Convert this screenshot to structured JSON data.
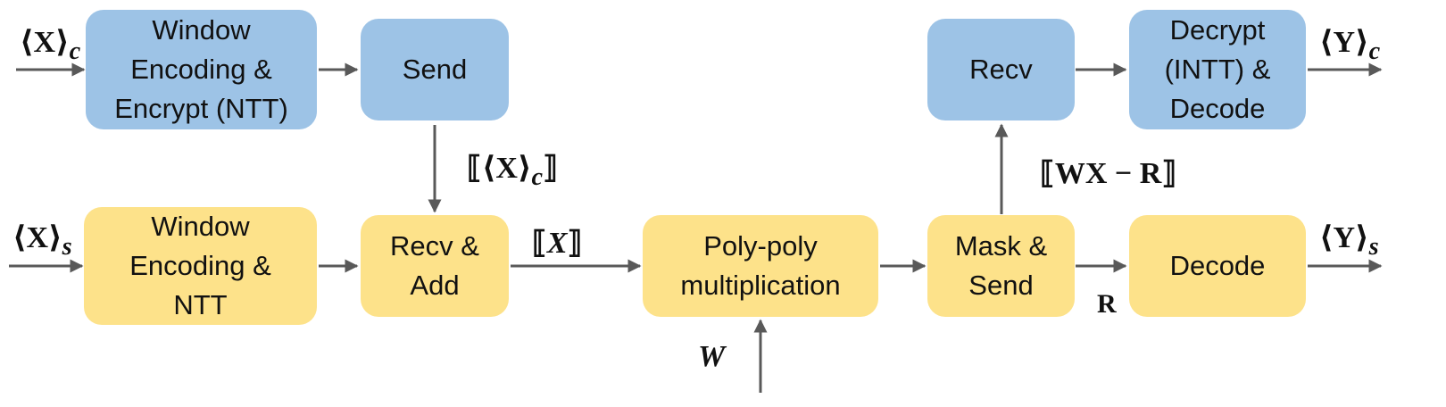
{
  "boxes": {
    "client_encode": "Window\nEncoding &\nEncrypt (NTT)",
    "client_send": "Send",
    "client_recv": "Recv",
    "client_decrypt": "Decrypt\n(INTT) &\nDecode",
    "server_encode": "Window\nEncoding &\nNTT",
    "server_recv_add": "Recv &\nAdd",
    "server_polymul": "Poly-poly\nmultiplication",
    "server_mask_send": "Mask &\nSend",
    "server_decode": "Decode"
  },
  "labels": {
    "x_client": {
      "open": "⟨",
      "var": "X",
      "close": "⟩",
      "sub": "c"
    },
    "x_server": {
      "open": "⟨",
      "var": "X",
      "close": "⟩",
      "sub": "s"
    },
    "y_client": {
      "open": "⟨",
      "var": "Y",
      "close": "⟩",
      "sub": "c"
    },
    "y_server": {
      "open": "⟨",
      "var": "Y",
      "close": "⟩",
      "sub": "s"
    },
    "enc_x_client": {
      "open": "⟦⟨",
      "var": "X",
      "close": "⟩",
      "sub": "c",
      "end": "⟧"
    },
    "enc_x": {
      "open": "⟦",
      "var": "X",
      "close": "⟧"
    },
    "enc_wx_minus_r": "⟦WX − R⟧",
    "r": "R",
    "w": "W"
  },
  "colors": {
    "client_box": "#9dc3e6",
    "server_box": "#fde28a",
    "arrow": "#595959"
  }
}
